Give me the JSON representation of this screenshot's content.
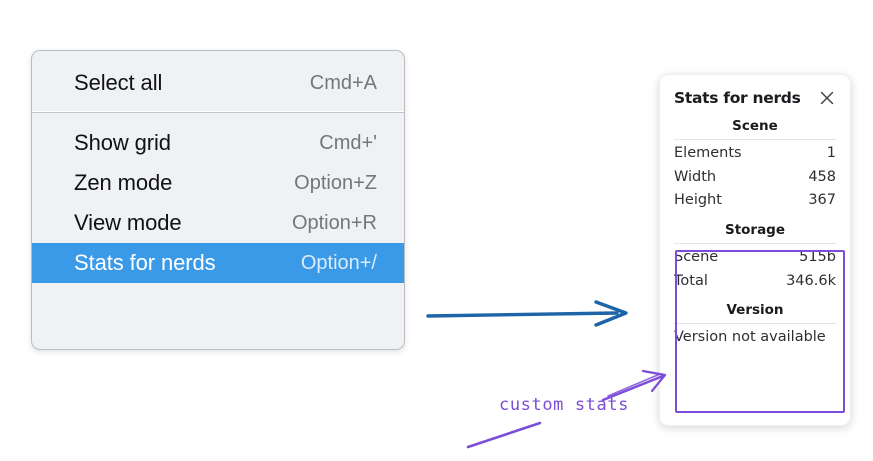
{
  "context_menu": {
    "name": "canvas-context-menu",
    "groups": [
      {
        "items": [
          {
            "label": "Select all",
            "shortcut": "Cmd+A",
            "selected": false
          }
        ]
      },
      {
        "items": [
          {
            "label": "Show grid",
            "shortcut": "Cmd+'",
            "selected": false
          },
          {
            "label": "Zen mode",
            "shortcut": "Option+Z",
            "selected": false
          },
          {
            "label": "View mode",
            "shortcut": "Option+R",
            "selected": false
          },
          {
            "label": "Stats for nerds",
            "shortcut": "Option+/",
            "selected": true
          }
        ]
      }
    ],
    "highlight_color": "#3b9ae8",
    "background_color": "#f0f1f3"
  },
  "stats_panel": {
    "title": "Stats for nerds",
    "close_icon": "close-icon",
    "sections": [
      {
        "title": "Scene",
        "rows": [
          {
            "key": "Elements",
            "value": "1"
          },
          {
            "key": "Width",
            "value": "458"
          },
          {
            "key": "Height",
            "value": "367"
          }
        ]
      },
      {
        "title": "Storage",
        "rows": [
          {
            "key": "Scene",
            "value": "515b"
          },
          {
            "key": "Total",
            "value": "346.6k"
          }
        ]
      },
      {
        "title": "Version",
        "text": "Version not available"
      }
    ]
  },
  "annotations": {
    "blue_arrow": {
      "name": "blue-flow-arrow",
      "color": "#1d65a8"
    },
    "highlight_box": {
      "name": "custom-stats-highlight",
      "color": "#7c4dd8"
    },
    "label": "custom stats",
    "label_color": "#7c4dd8",
    "pointer_arrow": {
      "name": "custom-stats-pointer-arrow",
      "color": "#7c4dd8"
    },
    "underline": {
      "name": "custom-stats-underline-stroke",
      "color": "#7c4dd8"
    }
  }
}
